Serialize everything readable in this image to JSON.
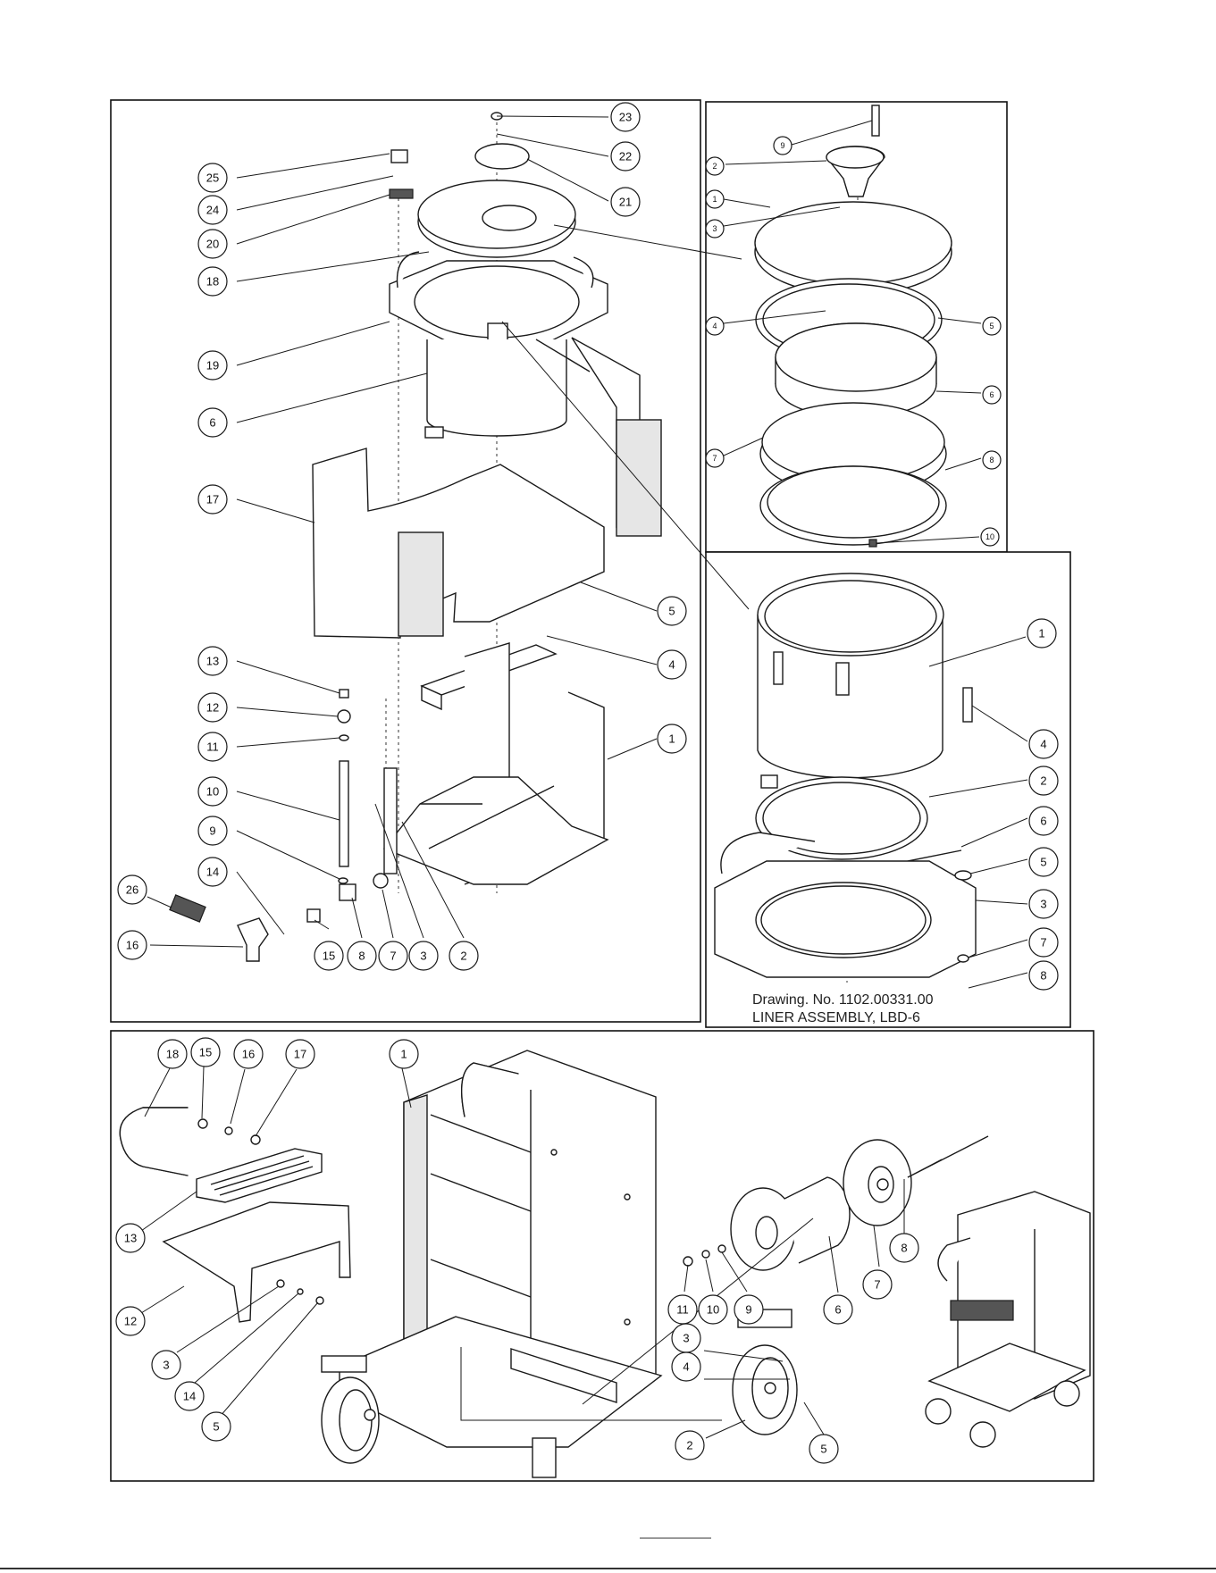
{
  "colors": {
    "ink": "#1a1a1a",
    "paper": "#ffffff",
    "shade": "#e6e6e6"
  },
  "drawing": {
    "number_label": "Drawing. No. 1102.00331.00",
    "title_label": "LINER ASSEMBLY, LBD-6"
  },
  "callouts": {
    "upper_left": [
      "23",
      "22",
      "21",
      "25",
      "24",
      "20",
      "18",
      "19",
      "6",
      "17",
      "5",
      "4",
      "13",
      "12",
      "11",
      "1",
      "10",
      "9",
      "14",
      "26",
      "16",
      "15",
      "8",
      "7",
      "3",
      "2"
    ],
    "upper_right_top": [
      "9",
      "2",
      "1",
      "3",
      "4",
      "5",
      "6",
      "7",
      "8",
      "10"
    ],
    "upper_right_bottom": [
      "1",
      "4",
      "2",
      "6",
      "5",
      "3",
      "7",
      "8"
    ],
    "bottom": [
      "18",
      "15",
      "16",
      "17",
      "1",
      "13",
      "12",
      "3",
      "14",
      "5",
      "11",
      "10",
      "9",
      "6",
      "7",
      "8",
      "3",
      "4",
      "2",
      "5"
    ]
  }
}
